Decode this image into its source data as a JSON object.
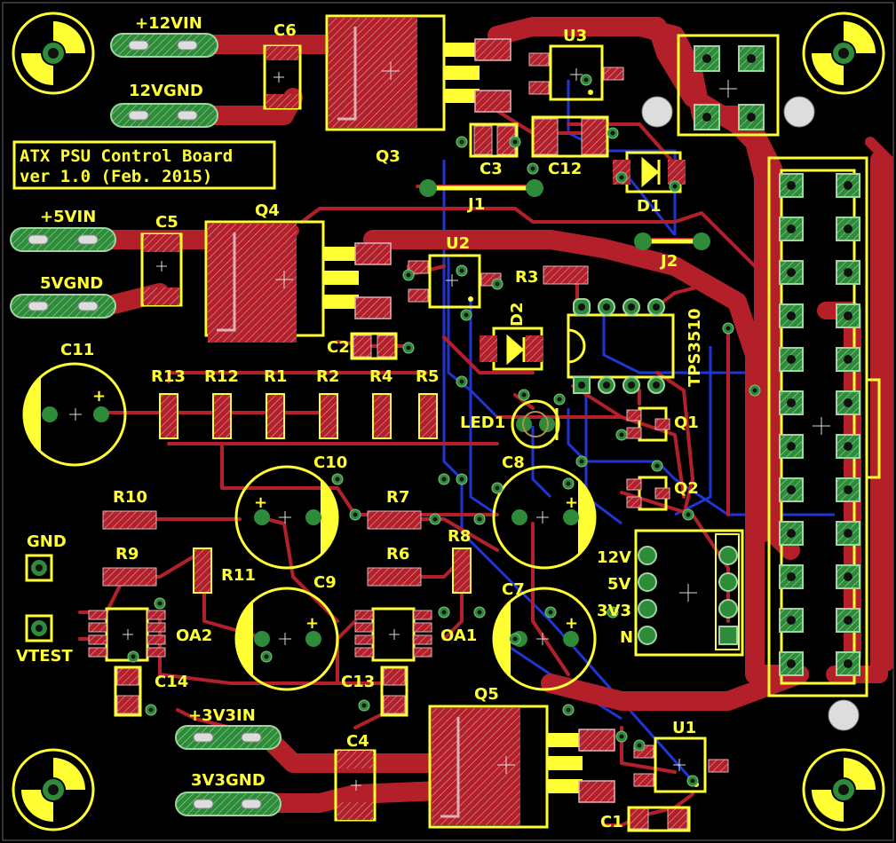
{
  "board": {
    "title_line1": "ATX PSU Control Board",
    "title_line2": "ver 1.0 (Feb. 2015)"
  },
  "colors": {
    "background": "#000000",
    "copper_top": "#b3202a",
    "copper_bottom": "#1f36d6",
    "silkscreen": "#ffff33",
    "pad": "#2e8b3a",
    "drill": "#111111"
  },
  "icons": {
    "mounting_hole": "mounting-hole-icon",
    "crosshair": "crosshair-icon"
  },
  "labels": {
    "in12v": "+12VIN",
    "gnd12v": "12VGND",
    "in5v": "+5VIN",
    "gnd5v": "5VGND",
    "in3v3": "+3V3IN",
    "gnd3v3": "3V3GND",
    "gnd": "GND",
    "vtest": "VTEST",
    "c1": "C1",
    "c2": "C2",
    "c3": "C3",
    "c4": "C4",
    "c5": "C5",
    "c6": "C6",
    "c7": "C7",
    "c8": "C8",
    "c9": "C9",
    "c10": "C10",
    "c11": "C11",
    "c12": "C12",
    "c13": "C13",
    "c14": "C14",
    "q1": "Q1",
    "q2": "Q2",
    "q3": "Q3",
    "q4": "Q4",
    "q5": "Q5",
    "u1": "U1",
    "u2": "U2",
    "u3": "U3",
    "d1": "D1",
    "d2": "D2",
    "j1": "J1",
    "j2": "J2",
    "r1": "R1",
    "r2": "R2",
    "r3": "R3",
    "r4": "R4",
    "r5": "R5",
    "r6": "R6",
    "r7": "R7",
    "r8": "R8",
    "r9": "R9",
    "r10": "R10",
    "r11": "R11",
    "r12": "R12",
    "r13": "R13",
    "oa1": "OA1",
    "oa2": "OA2",
    "led1": "LED1",
    "tps": "TPS3510",
    "v12": "12V",
    "v5": "5V",
    "v3v3": "3V3",
    "vn": "N",
    "plus": "+"
  }
}
